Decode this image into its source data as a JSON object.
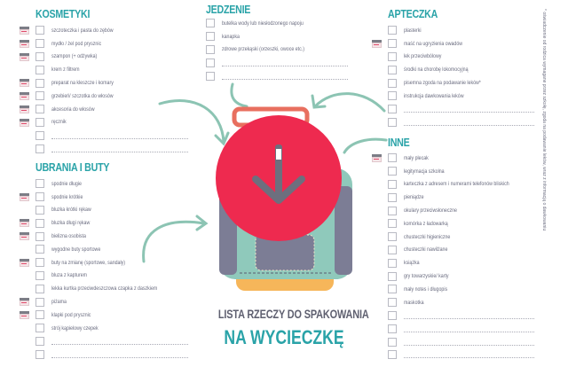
{
  "title": {
    "line1": "LISTA RZECZY DO SPAKOWANIA",
    "line2": "NA WYCIECZKĘ"
  },
  "colors": {
    "heading": "#2aa3a8",
    "text": "#6b6d80",
    "arrow": "#8cc4b3",
    "download_badge": "#ee2a4f",
    "backpack_body": "#8fc9bb",
    "backpack_pocket": "#7c7d95",
    "backpack_bottom": "#f6b65a",
    "backpack_handle": "#e86f5f"
  },
  "download_button": {
    "icon": "download-arrow-icon"
  },
  "sidenote": "* oświadczenie od rodzica wymagane przez szkołę, zgoda na podawanie leków, wraz z informacją o dawkowaniu",
  "sections": {
    "kosmetyki": {
      "heading": "KOSMETYKI",
      "items": [
        {
          "label": "szczoteczka i pasta do zębów",
          "calendar": true
        },
        {
          "label": "mydło / żel pod prysznic",
          "calendar": true
        },
        {
          "label": "szampon (+ odżywka)",
          "calendar": true
        },
        {
          "label": "krem z filtrem",
          "calendar": false
        },
        {
          "label": "preparat na kleszcze i komary",
          "calendar": true
        },
        {
          "label": "grzebień/ szczotka do włosów",
          "calendar": true
        },
        {
          "label": "akcesoria do włosów",
          "calendar": true
        },
        {
          "label": "ręcznik",
          "calendar": true
        },
        {
          "label": "",
          "calendar": false
        },
        {
          "label": "",
          "calendar": false
        }
      ]
    },
    "ubrania": {
      "heading": "UBRANIA I BUTY",
      "items": [
        {
          "label": "spodnie długie",
          "calendar": false
        },
        {
          "label": "spodnie krótkie",
          "calendar": true
        },
        {
          "label": "bluzka krótki rękaw",
          "calendar": false
        },
        {
          "label": "bluzka długi rękaw",
          "calendar": true
        },
        {
          "label": "bielizna osobista",
          "calendar": true
        },
        {
          "label": "wygodne buty sportowe",
          "calendar": false
        },
        {
          "label": "buty na zmianę (sportowe, sandały)",
          "calendar": true
        },
        {
          "label": "bluza z kapturem",
          "calendar": false
        },
        {
          "label": "lekka kurtka przeciwdeszczowa czapka z daszkiem",
          "calendar": false
        },
        {
          "label": "piżama",
          "calendar": true
        },
        {
          "label": "klapki pod prysznic",
          "calendar": true
        },
        {
          "label": "strój kąpielowy czepek",
          "calendar": false
        },
        {
          "label": "",
          "calendar": false
        },
        {
          "label": "",
          "calendar": false
        }
      ]
    },
    "jedzenie": {
      "heading": "JEDZENIE",
      "items": [
        {
          "label": "butelka wody lub niesłodzonego napoju",
          "calendar": false
        },
        {
          "label": "kanapka",
          "calendar": false
        },
        {
          "label": "zdrowe przekąski (orzeszki, owoce etc.)",
          "calendar": false
        },
        {
          "label": "",
          "calendar": false
        },
        {
          "label": "",
          "calendar": false
        }
      ]
    },
    "apteczka": {
      "heading": "APTECZKA",
      "items": [
        {
          "label": "plasterki",
          "calendar": false
        },
        {
          "label": "maść na ugryzienia owadów",
          "calendar": true
        },
        {
          "label": "lek przeciwbólowy",
          "calendar": false
        },
        {
          "label": "środki na chorobę lokomocyjną",
          "calendar": false
        },
        {
          "label": "pisemna zgoda na podawanie leków*",
          "calendar": false
        },
        {
          "label": "instrukcja dawkowania leków",
          "calendar": false
        },
        {
          "label": "",
          "calendar": false
        },
        {
          "label": "",
          "calendar": false
        }
      ]
    },
    "inne": {
      "heading": "INNE",
      "items": [
        {
          "label": "mały plecak",
          "calendar": true
        },
        {
          "label": "legitymacja szkolna",
          "calendar": false
        },
        {
          "label": "karteczka z adresem i numerami telefonów bliskich",
          "calendar": false
        },
        {
          "label": "pieniądze",
          "calendar": false
        },
        {
          "label": "okulary przeciwsłoneczne",
          "calendar": false
        },
        {
          "label": "komórka z ładowarką",
          "calendar": false
        },
        {
          "label": "chusteczki higieniczne",
          "calendar": false
        },
        {
          "label": "chusteczki nawilżane",
          "calendar": false
        },
        {
          "label": "książka",
          "calendar": false
        },
        {
          "label": "gry towarzyskie/ karty",
          "calendar": false
        },
        {
          "label": "mały notes i długopis",
          "calendar": false
        },
        {
          "label": "maskotka",
          "calendar": false
        },
        {
          "label": "",
          "calendar": false
        },
        {
          "label": "",
          "calendar": false
        },
        {
          "label": "",
          "calendar": false
        },
        {
          "label": "",
          "calendar": false
        }
      ]
    }
  }
}
